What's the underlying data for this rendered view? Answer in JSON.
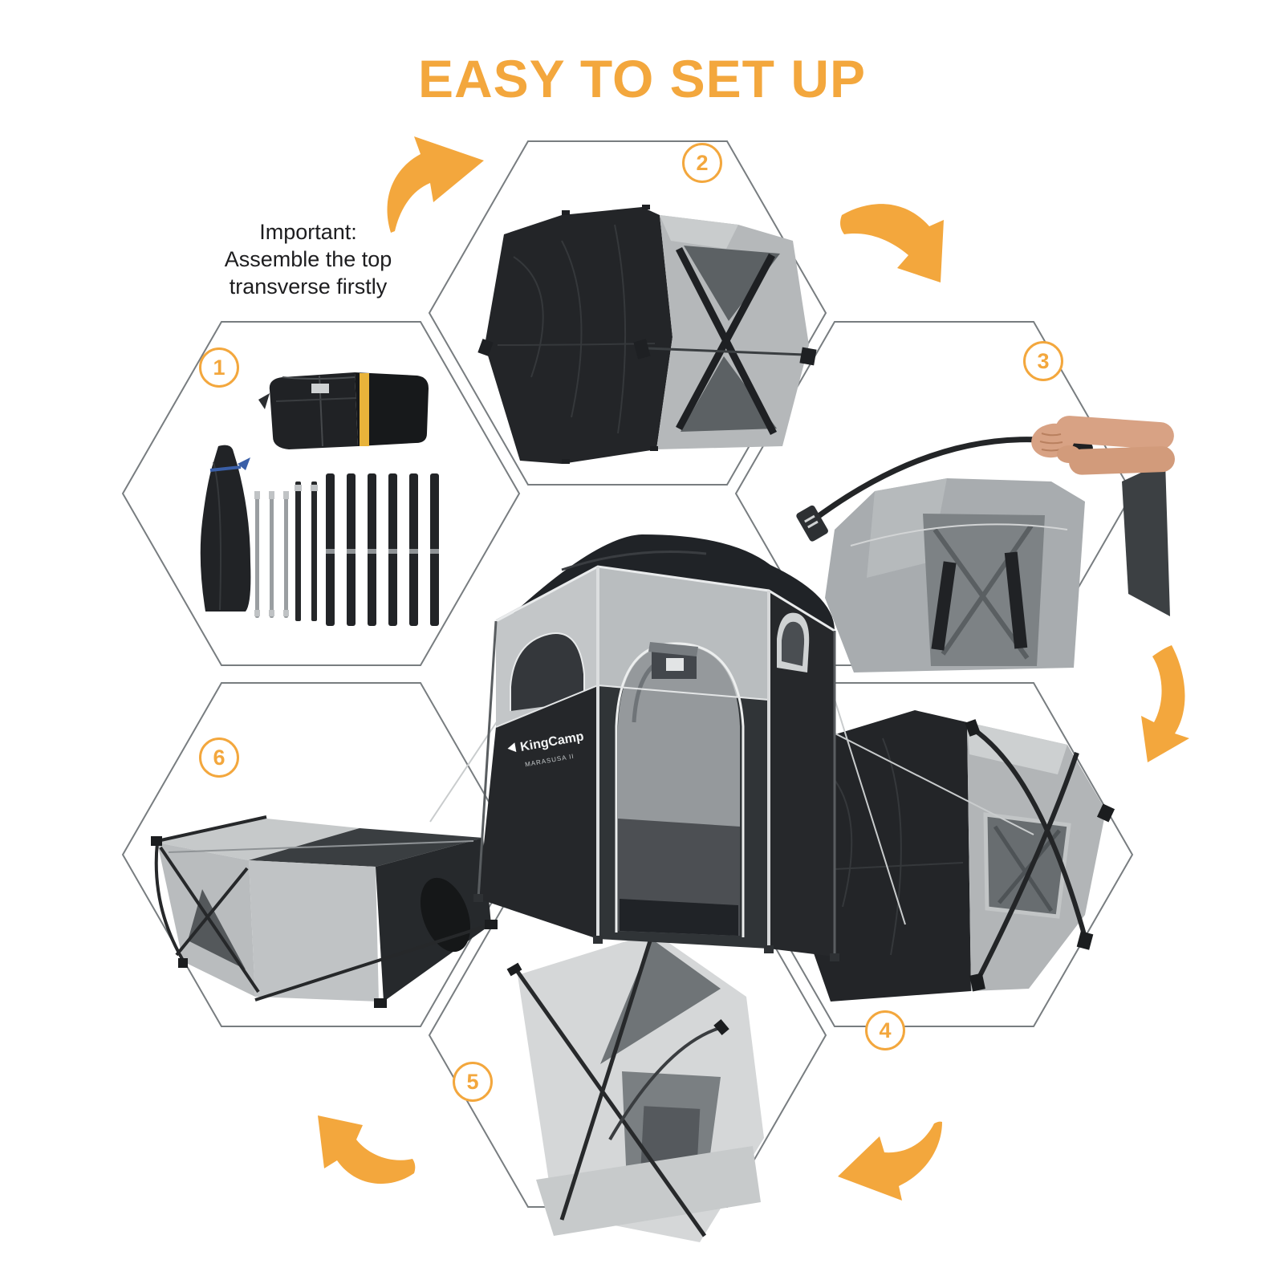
{
  "title": {
    "text": "EASY TO SET UP"
  },
  "note": {
    "lines": [
      "Important:",
      "Assemble the top",
      "transverse firstly"
    ]
  },
  "steps": [
    {
      "number": "1",
      "icon": "packed-tent-roll-storage-bag-and-poles-icon"
    },
    {
      "number": "2",
      "icon": "tent-fabric-laid-flat-icon"
    },
    {
      "number": "3",
      "icon": "hands-attaching-curved-pole-icon"
    },
    {
      "number": "4",
      "icon": "tent-half-raised-with-poles-icon"
    },
    {
      "number": "5",
      "icon": "tent-top-view-crossed-poles-icon"
    },
    {
      "number": "6",
      "icon": "assembled-frame-lying-on-side-icon"
    }
  ],
  "center_tent": {
    "brand": "KingCamp",
    "model": "MARASUSA II"
  },
  "colors": {
    "accent": "#F3A73D",
    "hex_border": "#787D80",
    "fabric_dark": "#26282B",
    "fabric_gray": "#B3B7B9",
    "fabric_light": "#D5D7D8"
  }
}
